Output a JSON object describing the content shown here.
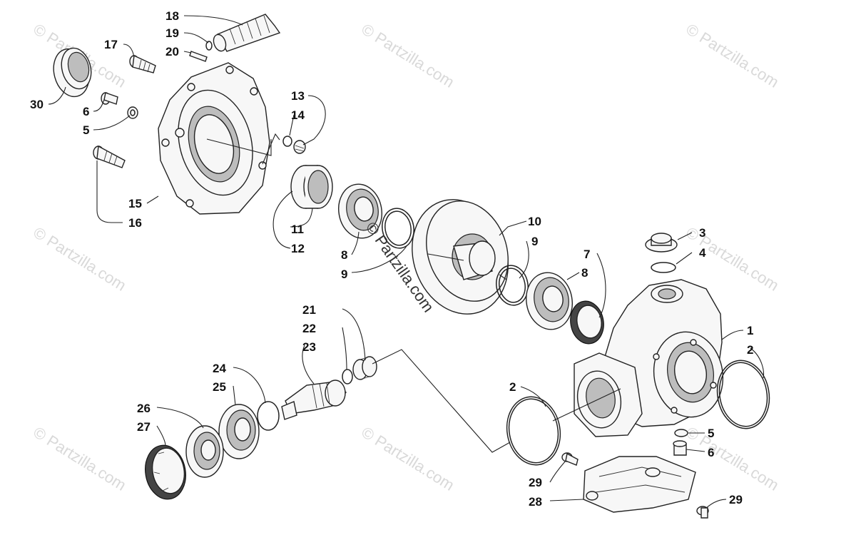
{
  "watermarks": [
    "© Partzilla.com",
    "© Partzilla.com",
    "© Partzilla.com",
    "© Partzilla.com",
    "© Partzilla.com",
    "© Partzilla.com",
    "© Partzilla.com",
    "© Partzilla.com"
  ],
  "center_watermark": "© Partzilla.com",
  "callouts": [
    "18",
    "19",
    "20",
    "17",
    "30",
    "6",
    "5",
    "15",
    "16",
    "13",
    "14",
    "11",
    "12",
    "10",
    "9",
    "8",
    "9",
    "3",
    "4",
    "7",
    "8",
    "1",
    "2",
    "21",
    "22",
    "23",
    "24",
    "25",
    "26",
    "27",
    "2",
    "5",
    "6",
    "29",
    "28",
    "29"
  ]
}
